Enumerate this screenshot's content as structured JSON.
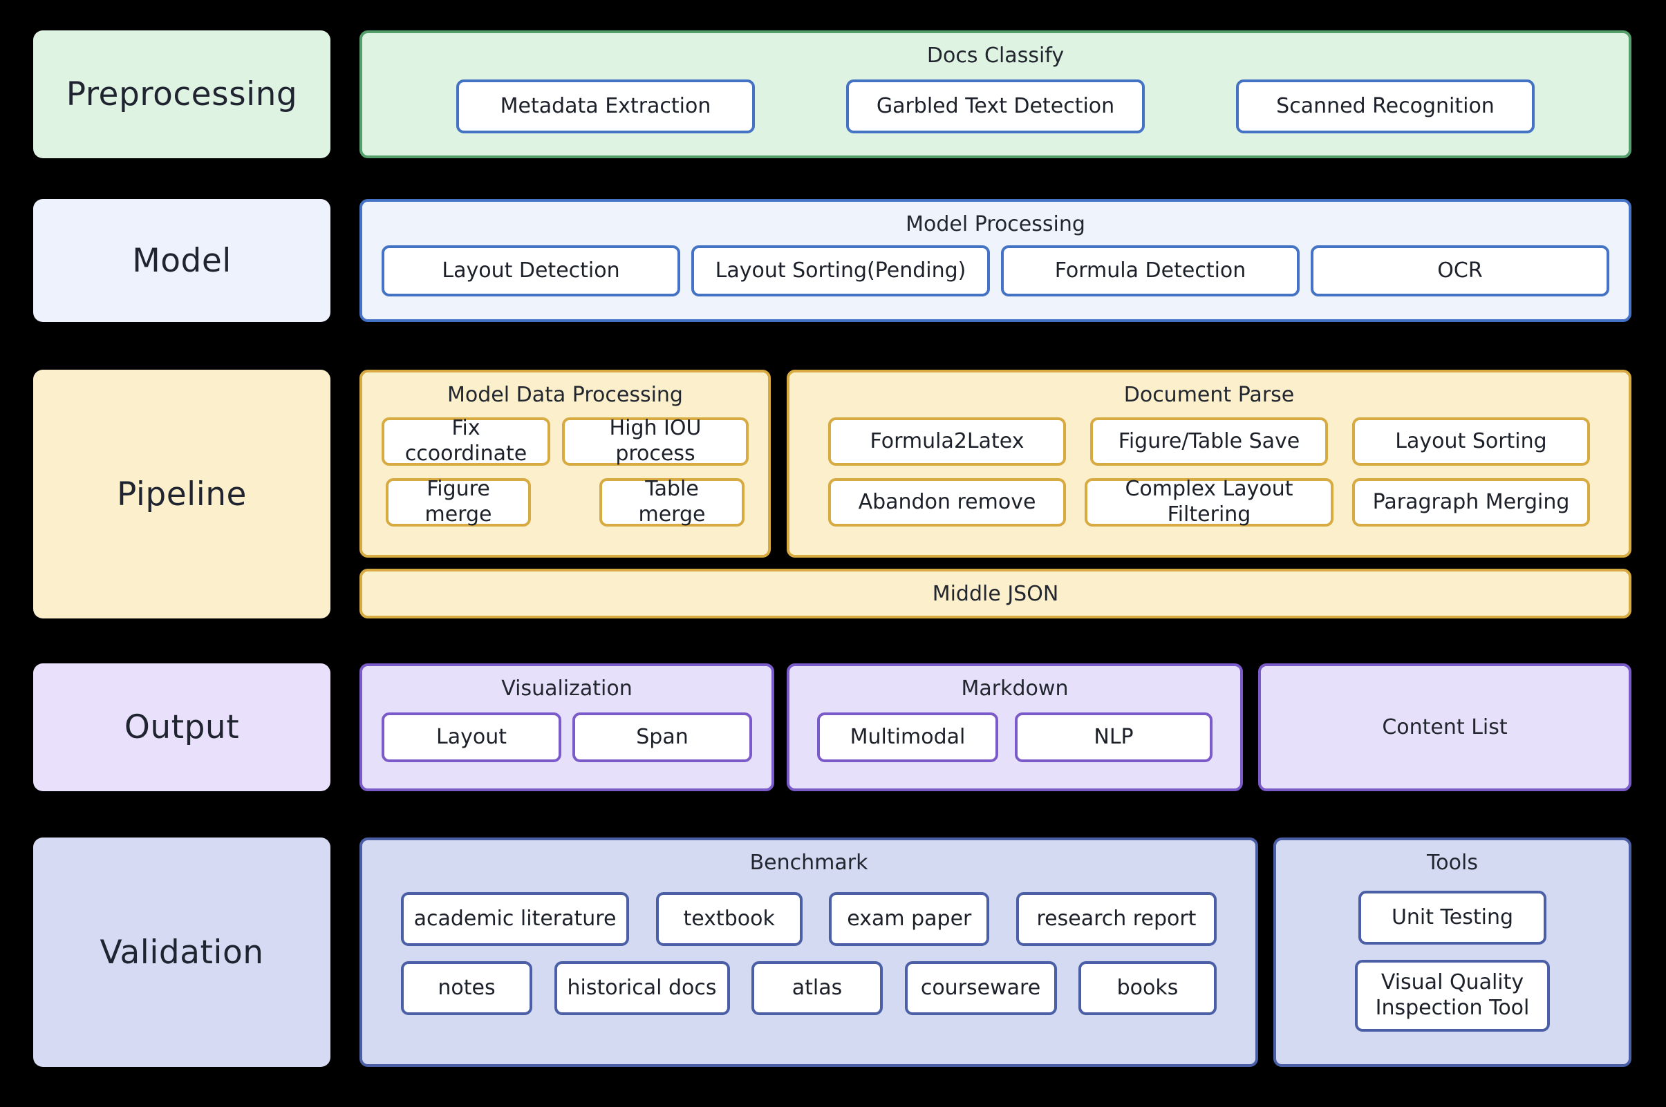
{
  "diagram": {
    "title": "Document parsing pipeline architecture",
    "colors": {
      "green_fill": "#DEF3E2",
      "green_border": "#54A06D",
      "blue_fill": "#EFF3FC",
      "blue_border": "#4472C4",
      "yellow_fill": "#FCEFCB",
      "yellow_border": "#D7AB42",
      "purple_fill": "#E7E0FB",
      "purple_border": "#7B5BC9",
      "validation_fill": "#D4DAF2",
      "validation_border": "#4A5FA5",
      "background": "#000000"
    }
  },
  "stages": {
    "preprocessing": {
      "label": "Preprocessing",
      "group": {
        "title": "Docs Classify",
        "items": [
          {
            "label": "Metadata Extraction"
          },
          {
            "label": "Garbled Text Detection"
          },
          {
            "label": "Scanned Recognition"
          }
        ]
      }
    },
    "model": {
      "label": "Model",
      "group": {
        "title": "Model Processing",
        "items": [
          {
            "label": "Layout Detection"
          },
          {
            "label": "Layout Sorting(Pending)"
          },
          {
            "label": "Formula Detection"
          },
          {
            "label": "OCR"
          }
        ]
      }
    },
    "pipeline": {
      "label": "Pipeline",
      "groups": [
        {
          "title": "Model Data Processing",
          "items": [
            {
              "label": "Fix ccoordinate"
            },
            {
              "label": "High IOU process"
            },
            {
              "label": "Figure merge"
            },
            {
              "label": "Table merge"
            }
          ]
        },
        {
          "title": "Document Parse",
          "items": [
            {
              "label": "Formula2Latex"
            },
            {
              "label": "Figure/Table Save"
            },
            {
              "label": "Layout Sorting"
            },
            {
              "label": "Abandon remove"
            },
            {
              "label": "Complex Layout Filtering"
            },
            {
              "label": "Paragraph Merging"
            }
          ]
        }
      ],
      "middle_json": {
        "label": "Middle JSON"
      }
    },
    "output": {
      "label": "Output",
      "groups": [
        {
          "title": "Visualization",
          "items": [
            {
              "label": "Layout"
            },
            {
              "label": "Span"
            }
          ]
        },
        {
          "title": "Markdown",
          "items": [
            {
              "label": "Multimodal"
            },
            {
              "label": "NLP"
            }
          ]
        }
      ],
      "content_list": {
        "label": "Content List"
      }
    },
    "validation": {
      "label": "Validation",
      "groups": [
        {
          "title": "Benchmark",
          "row1": [
            {
              "label": "academic literature"
            },
            {
              "label": "textbook"
            },
            {
              "label": "exam paper"
            },
            {
              "label": "research report"
            }
          ],
          "row2": [
            {
              "label": "notes"
            },
            {
              "label": "historical docs"
            },
            {
              "label": "atlas"
            },
            {
              "label": "courseware"
            },
            {
              "label": "books"
            }
          ]
        },
        {
          "title": "Tools",
          "items": [
            {
              "label": "Unit Testing"
            },
            {
              "label": "Visual Quality Inspection Tool"
            }
          ]
        }
      ]
    }
  }
}
